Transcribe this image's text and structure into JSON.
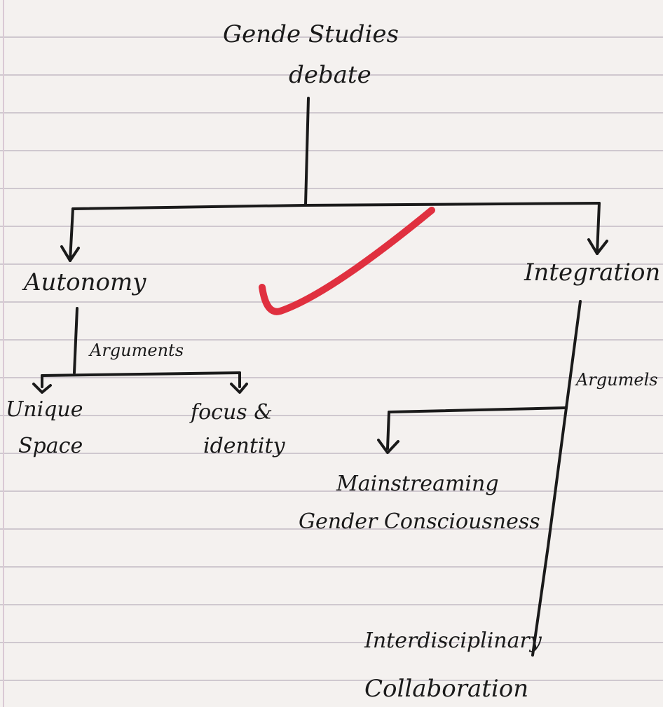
{
  "title_line1": "Gende Studies",
  "title_line2": "debate",
  "left_branch": {
    "label": "Autonomy",
    "arguments_label": "Arguments",
    "items": [
      {
        "line1": "Unique",
        "line2": "Space"
      },
      {
        "line1": "focus &",
        "line2": "identity"
      }
    ]
  },
  "right_branch": {
    "label": "Integration",
    "arguments_label": "Argumels",
    "items": [
      {
        "line1": "Mainstreaming",
        "line2": "Gender Consciousness"
      },
      {
        "line1": "Interdisciplinary",
        "line2": "Collaboration"
      }
    ]
  },
  "colors": {
    "ink": "#1a1a1a",
    "check_mark": "#e0303f",
    "ruled_line": "#cfc8cf"
  }
}
